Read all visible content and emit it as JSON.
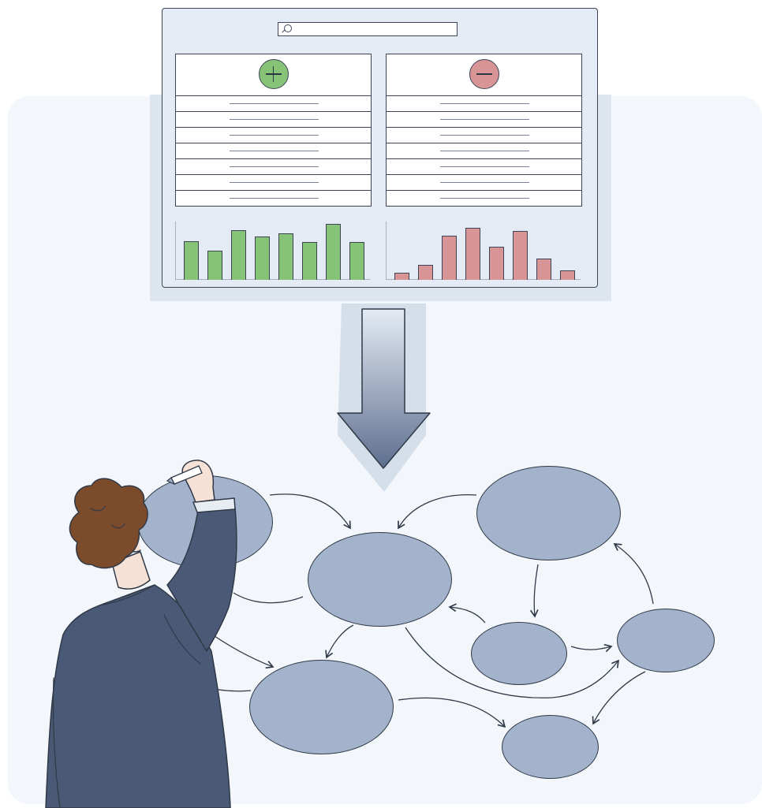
{
  "illustration": {
    "search": {
      "placeholder": "",
      "icon": "magnifier-icon"
    },
    "panels": [
      {
        "kind": "positive",
        "icon": "plus-icon",
        "color": "#86c377",
        "row_count": 7,
        "bar_levels": [
          0.68,
          0.52,
          0.88,
          0.76,
          0.82,
          0.66,
          0.98,
          0.66
        ]
      },
      {
        "kind": "negative",
        "icon": "minus-icon",
        "color": "#d99595",
        "row_count": 7,
        "bar_levels": [
          0.12,
          0.26,
          0.78,
          0.92,
          0.59,
          0.86,
          0.38,
          0.16
        ]
      }
    ],
    "arrow_icon": "down-arrow-icon",
    "diagram": {
      "node_color": "#a3b3cb",
      "node_count": 7,
      "figure": "person-drawing"
    }
  }
}
